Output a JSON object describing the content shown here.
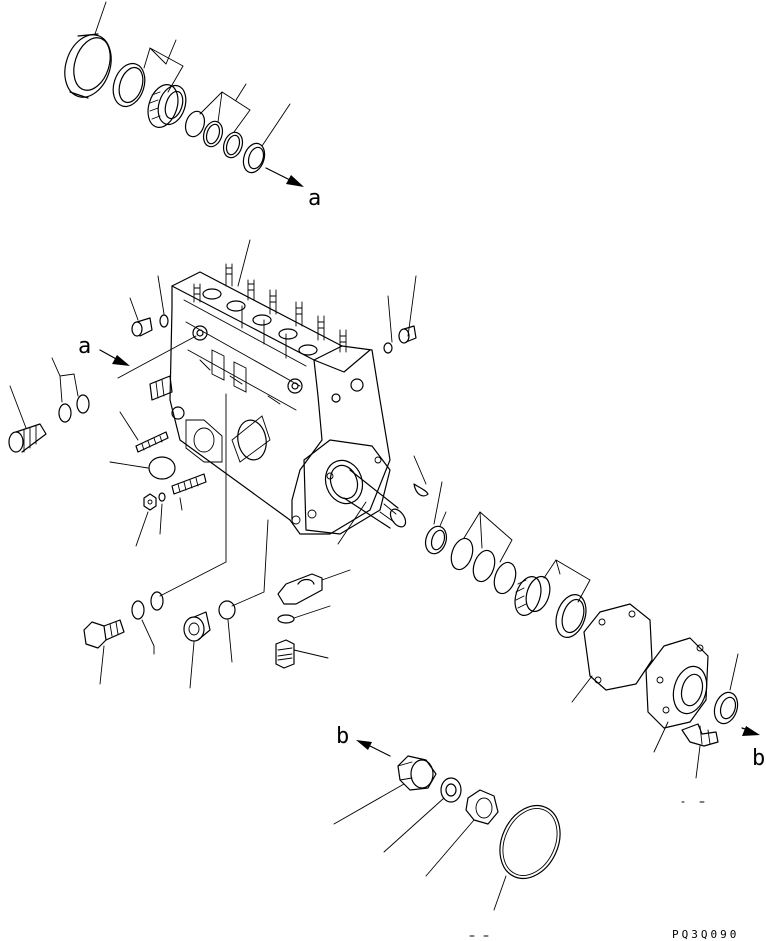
{
  "diagram": {
    "reference_labels": {
      "a_top": "a",
      "a_left": "a",
      "b_mid": "b",
      "b_right": "b"
    },
    "drawing_code": "PQ3Q090",
    "line_color": "#000000",
    "background_color": "#ffffff"
  }
}
